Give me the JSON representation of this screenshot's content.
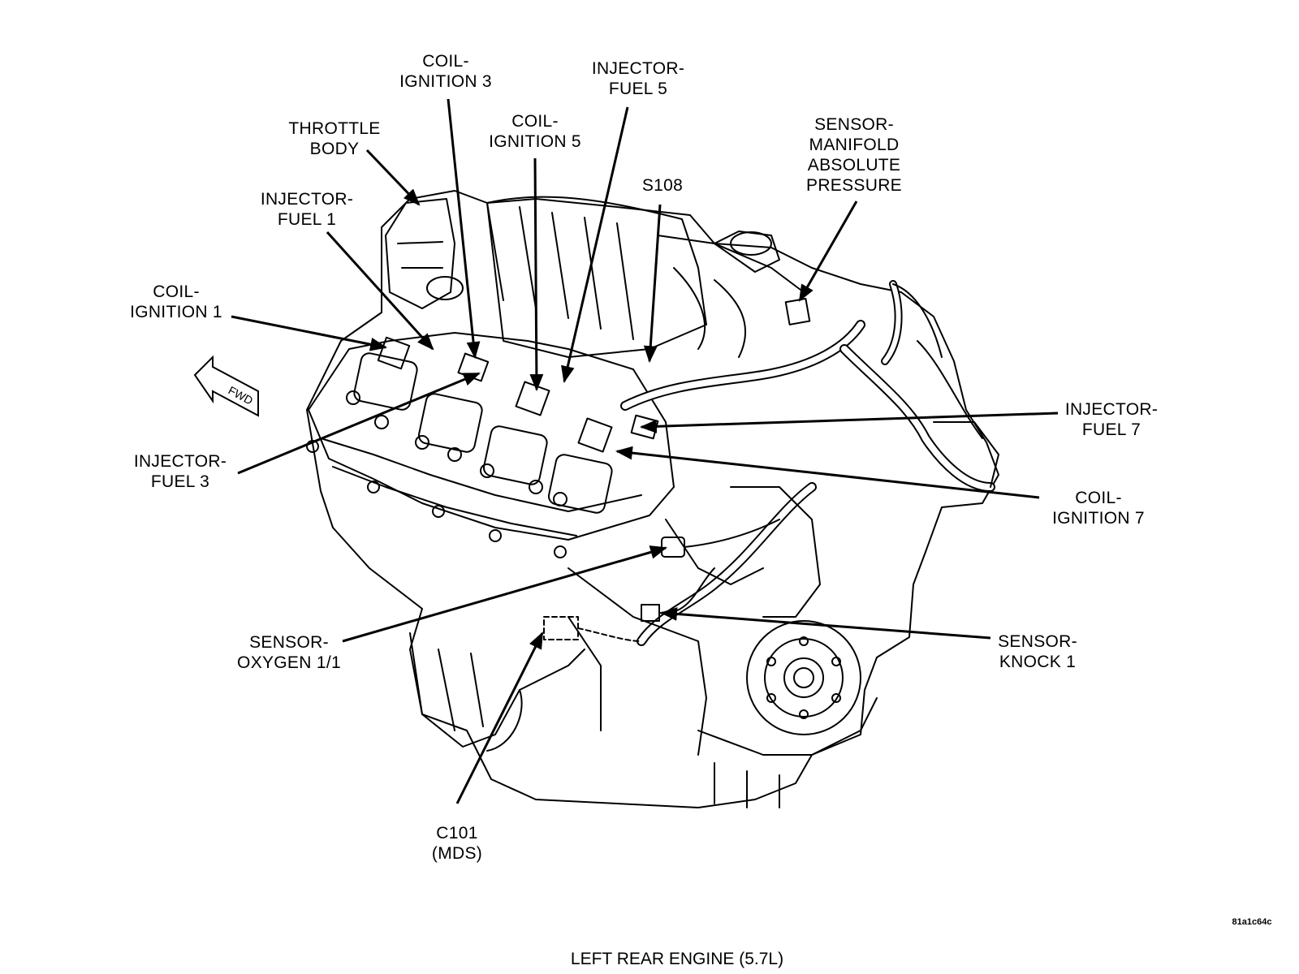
{
  "diagram": {
    "caption": "LEFT REAR ENGINE (5.7L)",
    "figure_code": "81a1c64c",
    "fwd_arrow_label": "FWD",
    "callouts": [
      {
        "id": "coil-ignition-3",
        "lines": [
          "COIL-",
          "IGNITION 3"
        ]
      },
      {
        "id": "injector-fuel-5",
        "lines": [
          "INJECTOR-",
          "FUEL 5"
        ]
      },
      {
        "id": "throttle-body",
        "lines": [
          "THROTTLE",
          "BODY"
        ]
      },
      {
        "id": "coil-ignition-5",
        "lines": [
          "COIL-",
          "IGNITION 5"
        ]
      },
      {
        "id": "sensor-map",
        "lines": [
          "SENSOR-",
          "MANIFOLD",
          "ABSOLUTE",
          "PRESSURE"
        ]
      },
      {
        "id": "s108",
        "lines": [
          "S108"
        ]
      },
      {
        "id": "injector-fuel-1",
        "lines": [
          "INJECTOR-",
          "FUEL 1"
        ]
      },
      {
        "id": "coil-ignition-1",
        "lines": [
          "COIL-",
          "IGNITION 1"
        ]
      },
      {
        "id": "injector-fuel-7",
        "lines": [
          "INJECTOR-",
          "FUEL 7"
        ]
      },
      {
        "id": "injector-fuel-3",
        "lines": [
          "INJECTOR-",
          "FUEL 3"
        ]
      },
      {
        "id": "coil-ignition-7",
        "lines": [
          "COIL-",
          "IGNITION 7"
        ]
      },
      {
        "id": "sensor-oxygen",
        "lines": [
          "SENSOR-",
          "OXYGEN 1/1"
        ]
      },
      {
        "id": "sensor-knock",
        "lines": [
          "SENSOR-",
          "KNOCK 1"
        ]
      },
      {
        "id": "c101",
        "lines": [
          "C101",
          "(MDS)"
        ]
      }
    ]
  }
}
